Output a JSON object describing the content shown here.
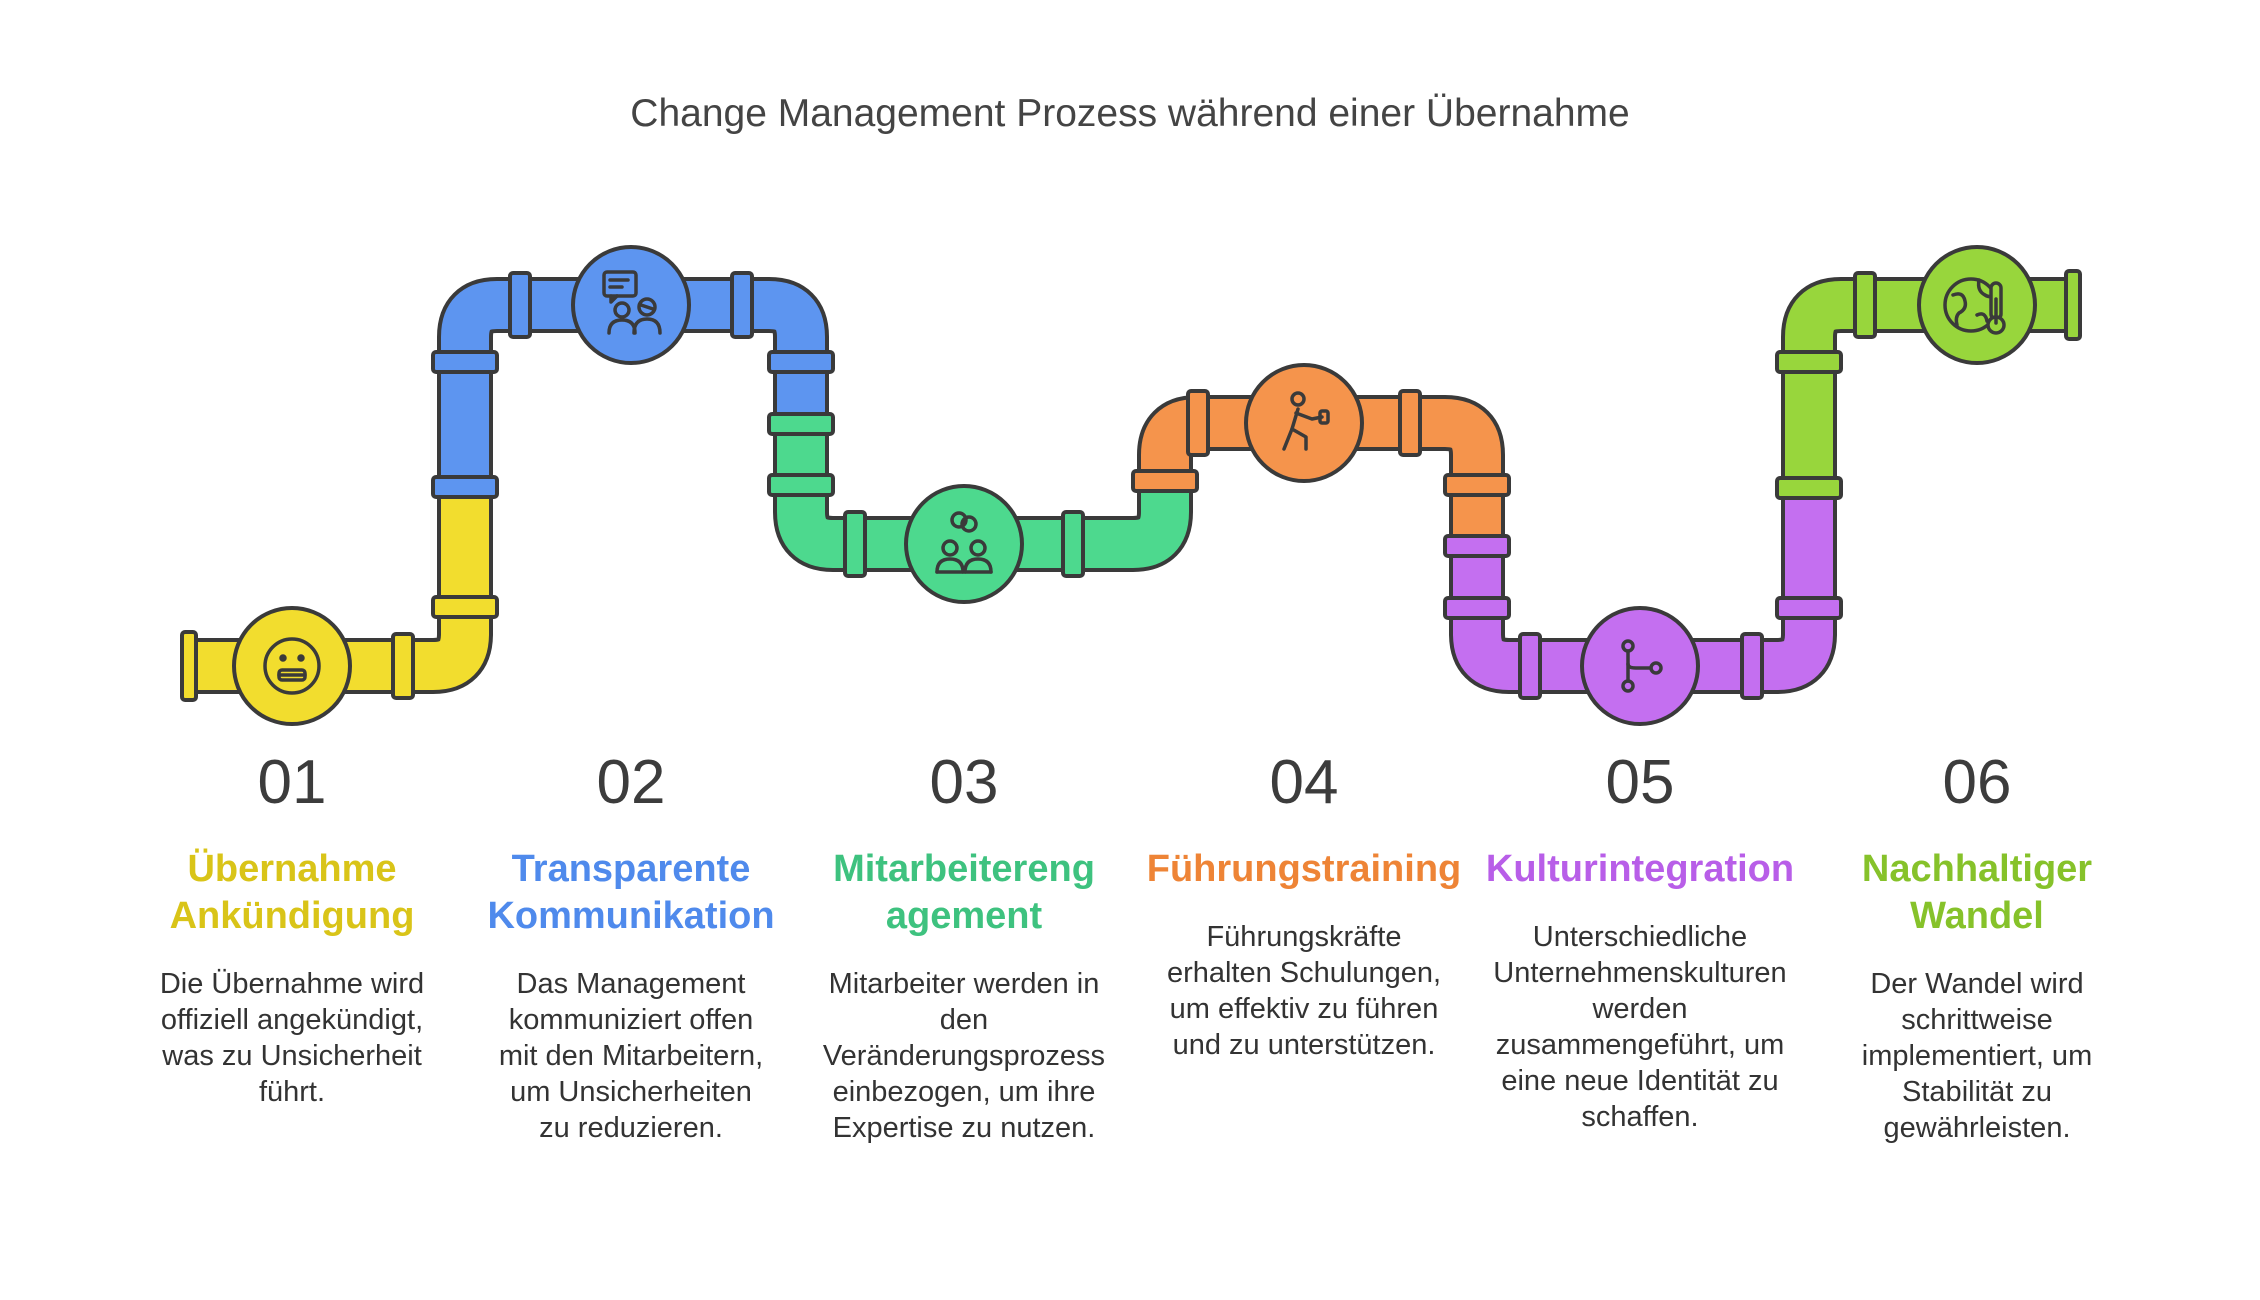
{
  "title": "Change Management Prozess während einer Übernahme",
  "colors": {
    "yellow": "#f2dd2e",
    "blue": "#5d95f0",
    "green": "#4dd98e",
    "orange": "#f5944c",
    "purple": "#c46ff0",
    "lime": "#98d63c",
    "outline": "#3a3a3a"
  },
  "steps": [
    {
      "number": "01",
      "title_lines": [
        "Übernahme",
        "Ankündigung"
      ],
      "description_lines": [
        "Die Übernahme wird",
        "offiziell angekündigt,",
        "was zu Unsicherheit",
        "führt."
      ],
      "color": "#d9c418",
      "icon": "neutral-face-icon"
    },
    {
      "number": "02",
      "title_lines": [
        "Transparente",
        "Kommunikation"
      ],
      "description_lines": [
        "Das Management",
        "kommuniziert offen",
        "mit den Mitarbeitern,",
        "um Unsicherheiten",
        "zu reduzieren."
      ],
      "color": "#4f8aec",
      "icon": "people-chat-icon"
    },
    {
      "number": "03",
      "title_lines": [
        "Mitarbeitereng",
        "agement"
      ],
      "description_lines": [
        "Mitarbeiter werden in",
        "den",
        "Veränderungsprozess",
        "einbezogen, um ihre",
        "Expertise zu nutzen."
      ],
      "color": "#3ec27f",
      "icon": "team-link-icon"
    },
    {
      "number": "04",
      "title_lines": [
        "Führungstraining"
      ],
      "description_lines": [
        "Führungskräfte",
        "erhalten Schulungen,",
        "um effektiv zu führen",
        "und zu unterstützen."
      ],
      "color": "#ee8436",
      "icon": "person-training-icon"
    },
    {
      "number": "05",
      "title_lines": [
        "Kulturintegration"
      ],
      "description_lines": [
        "Unterschiedliche",
        "Unternehmenskulturen",
        "werden",
        "zusammengeführt, um",
        "eine neue Identität zu",
        "schaffen."
      ],
      "color": "#b85ee8",
      "icon": "merge-branch-icon"
    },
    {
      "number": "06",
      "title_lines": [
        "Nachhaltiger",
        "Wandel"
      ],
      "description_lines": [
        "Der Wandel wird",
        "schrittweise",
        "implementiert, um",
        "Stabilität zu",
        "gewährleisten."
      ],
      "color": "#86c22a",
      "icon": "globe-thermometer-icon"
    }
  ]
}
